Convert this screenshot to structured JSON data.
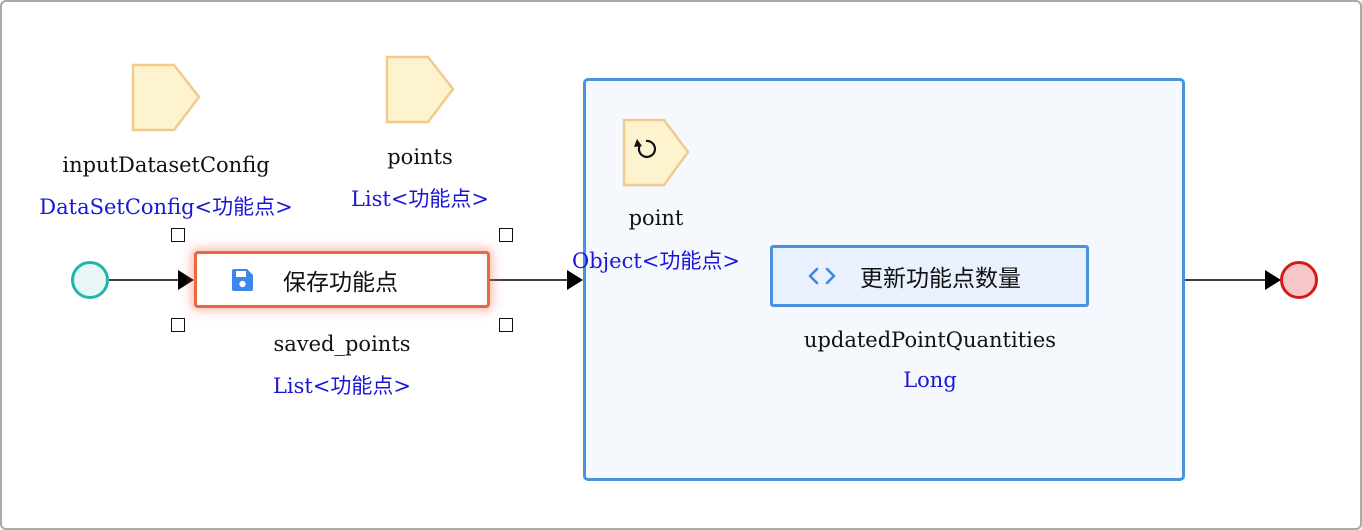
{
  "data_objects": {
    "input_dataset_config": {
      "name": "inputDatasetConfig",
      "type": "DataSetConfig<功能点>"
    },
    "points": {
      "name": "points",
      "type": "List<功能点>"
    },
    "saved_points": {
      "name": "saved_points",
      "type": "List<功能点>"
    },
    "point": {
      "name": "point",
      "type": "Object<功能点>",
      "icon": "loop-icon"
    },
    "updated_point_quantities": {
      "name": "updatedPointQuantities",
      "type": "Long"
    }
  },
  "tasks": {
    "save": {
      "label": "保存功能点",
      "icon": "save-icon",
      "selected": true
    },
    "update": {
      "label": "更新功能点数量",
      "icon": "code-icon"
    }
  },
  "events": {
    "start": {
      "icon": "start-event-icon"
    },
    "end": {
      "icon": "end-event-icon"
    }
  },
  "colors": {
    "type_text": "#1a16d6",
    "save_border": "#e8683f",
    "subprocess_border": "#4a90e2",
    "start_border": "#22b5a5",
    "end_border": "#d21a1a",
    "data_object_fill": "#fdf4cf",
    "data_object_stroke": "#f3c98c"
  }
}
